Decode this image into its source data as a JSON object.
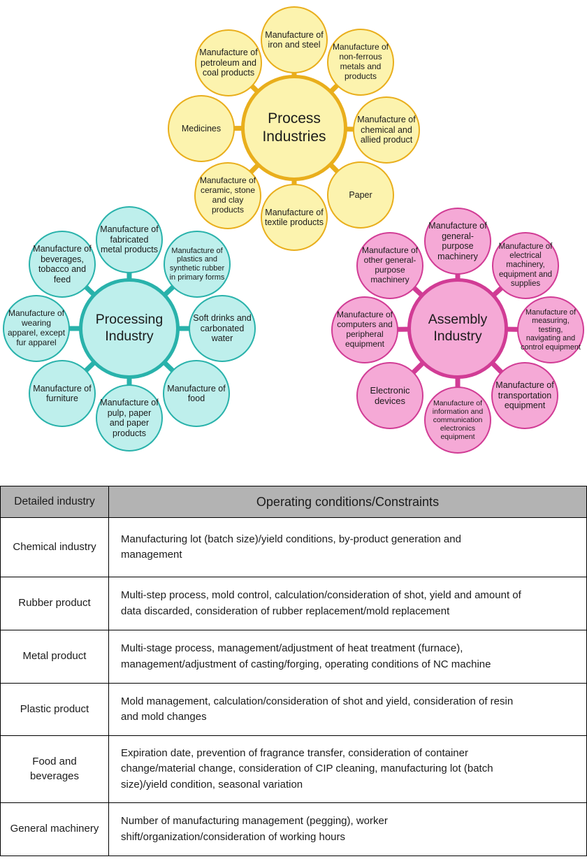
{
  "clusters": {
    "process": {
      "title": "Process Industries",
      "fill": "#FCF3AE",
      "stroke": "#E9AE1C",
      "satellites": [
        "Manufacture of iron and steel",
        "Manufacture of non-ferrous metals and products",
        "Manufacture of chemical and allied product",
        "Paper",
        "Manufacture of textile products",
        "Manufacture of ceramic, stone and clay products",
        "Medicines",
        "Manufacture of petroleum and coal products"
      ]
    },
    "processing": {
      "title": "Processing Industry",
      "fill": "#BEEFEC",
      "stroke": "#29B2AB",
      "satellites": [
        "Manufacture of fabricated metal products",
        "Manufacture of plastics and synthetic rubber in primary forms",
        "Soft drinks and carbonated water",
        "Manufacture of food",
        "Manufacture of pulp, paper and paper products",
        "Manufacture of furniture",
        "Manufacture of wearing apparel, except fur apparel",
        "Manufacture of beverages, tobacco and feed"
      ]
    },
    "assembly": {
      "title": "Assembly Industry",
      "fill": "#F5A9D6",
      "stroke": "#D13C95",
      "satellites": [
        "Manufacture of general-purpose machinery",
        "Manufacture of electrical machinery, equipment and supplies",
        "Manufacture of measuring, testing, navigating and control equipment",
        "Manufacture of transportation equipment",
        "Manufacture of information and communication electronics equipment",
        "Electronic devices",
        "Manufacture of computers and peripheral equipment",
        "Manufacture of other general-purpose machinery"
      ]
    }
  },
  "table": {
    "header_bg": "#B3B3B3",
    "headers": [
      "Detailed industry",
      "Operating conditions/Constraints"
    ],
    "rows": [
      {
        "industry": "Chemical industry",
        "conditions": "Manufacturing lot (batch size)/yield conditions, by-product generation and management"
      },
      {
        "industry": "Rubber product",
        "conditions": "Multi-step process, mold control, calculation/consideration of shot, yield and amount of data discarded, consideration of rubber replacement/mold replacement"
      },
      {
        "industry": "Metal product",
        "conditions": "Multi-stage process, management/adjustment of heat treatment (furnace), management/adjustment of casting/forging, operating conditions of NC machine"
      },
      {
        "industry": "Plastic product",
        "conditions": "Mold management, calculation/consideration of shot and yield, consideration of resin and mold changes"
      },
      {
        "industry": "Food and beverages",
        "conditions": "Expiration date, prevention of fragrance transfer, consideration of container change/material change, consideration of CIP cleaning, manufacturing lot (batch size)/yield condition, seasonal variation"
      },
      {
        "industry": "General machinery",
        "conditions": "Number of manufacturing management (pegging), worker shift/organization/consideration of working hours"
      }
    ]
  }
}
